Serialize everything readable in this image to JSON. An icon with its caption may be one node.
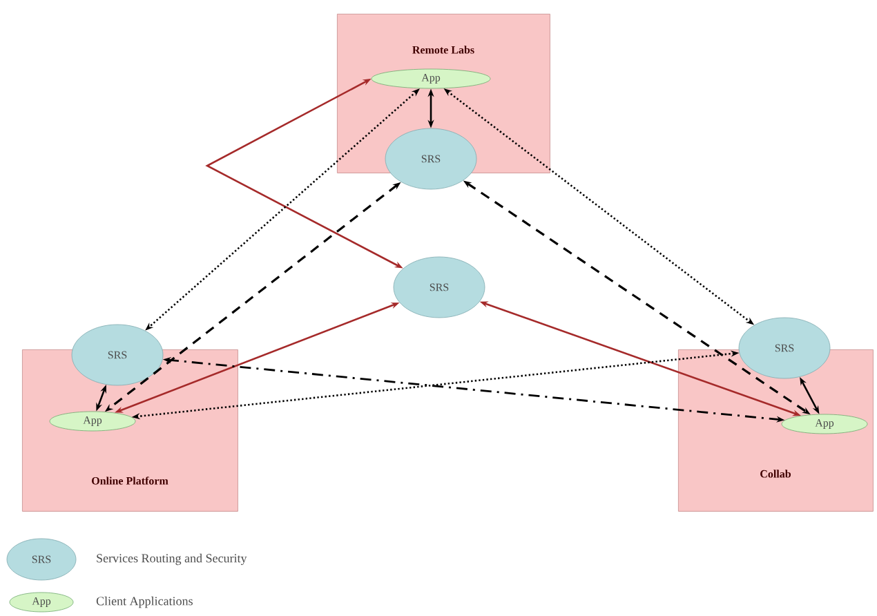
{
  "diagram": {
    "nodes": [
      {
        "text": [
          "Remote Labs"
        ]
      },
      {
        "text": [
          "App"
        ],
        "in": 0
      },
      {
        "text": [
          "SRS"
        ]
      },
      {
        "text": [
          "Online Platform"
        ]
      },
      {
        "text": [
          "SRS"
        ]
      },
      {
        "text": [
          "App"
        ],
        "in": 3
      },
      {
        "text": [
          "Collab"
        ]
      },
      {
        "text": [
          "SRS"
        ]
      },
      {
        "text": [
          "App"
        ],
        "in": 6
      },
      {
        "text": [
          "SRS"
        ]
      }
    ],
    "edges": [
      {
        "from": 1,
        "to": 2,
        "arrow": "both"
      },
      {
        "from": 1,
        "to": 9,
        "arrow": "both",
        "color": "#a52a2a"
      },
      {
        "from": 9,
        "to": 5,
        "arrow": "both",
        "color": "#a52a2a"
      },
      {
        "from": 9,
        "to": 8,
        "arrow": "both",
        "color": "#a52a2a"
      },
      {
        "from": 1,
        "to": 4,
        "arrow": "both",
        "style": "dashed"
      },
      {
        "from": 1,
        "to": 7,
        "arrow": "both",
        "style": "dashed"
      },
      {
        "from": 7,
        "to": 5,
        "arrow": "both",
        "style": "dashed"
      },
      {
        "from": 2,
        "to": 5,
        "arrow": "both",
        "style": "dashed"
      },
      {
        "from": 2,
        "to": 8,
        "arrow": "both",
        "style": "dashed"
      },
      {
        "from": 4,
        "to": 8,
        "arrow": "both",
        "style": "dashed"
      },
      {
        "from": 4,
        "to": 5,
        "arrow": "both"
      },
      {
        "from": 7,
        "to": 8,
        "arrow": "both"
      }
    ],
    "labels": [
      "SRS",
      "App"
    ],
    "legend": [
      {
        "text": "Services Routing and Security"
      },
      {
        "text": "Client Applications"
      }
    ]
  }
}
